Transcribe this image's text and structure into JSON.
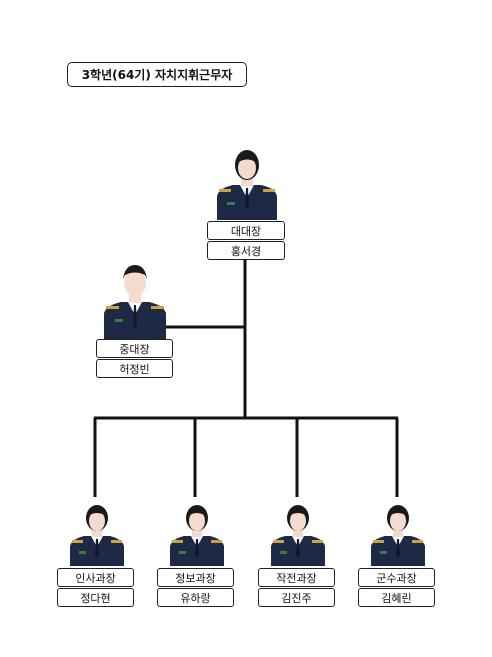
{
  "title": "3학년(64기) 자치지휘근무자",
  "leader": {
    "role": "대대장",
    "name": "홍서경"
  },
  "sub_leader": {
    "role": "중대장",
    "name": "허정빈"
  },
  "section_chiefs": [
    {
      "role": "인사과장",
      "name": "정다현"
    },
    {
      "role": "정보과장",
      "name": "유하랑"
    },
    {
      "role": "작전과장",
      "name": "김진주"
    },
    {
      "role": "군수과장",
      "name": "김혜린"
    }
  ],
  "colors": {
    "uniform": "#1e2a45",
    "skin": "#f3dccd",
    "hair": "#1a1a1a",
    "line": "#111111",
    "rank_gold": "#c9a441"
  }
}
